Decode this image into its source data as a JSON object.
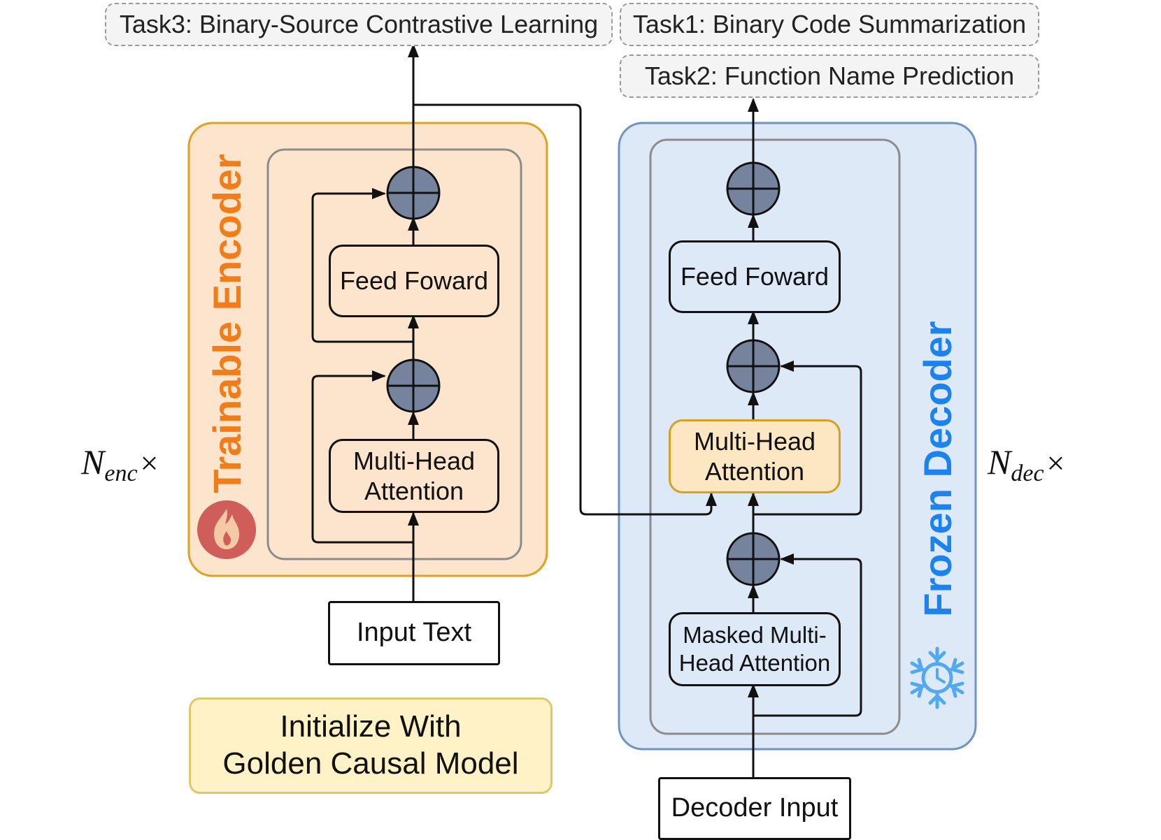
{
  "tasks": {
    "task3": "Task3: Binary-Source Contrastive Learning",
    "task1": "Task1: Binary Code Summarization",
    "task2": "Task2: Function Name Prediction"
  },
  "encoder": {
    "title": "Trainable Encoder",
    "feed_forward": "Feed Foward",
    "attention": "Multi-Head\nAttention",
    "input": "Input Text",
    "repeat": {
      "symbol": "N",
      "subscript": "enc",
      "times": "×"
    },
    "title_color": "#f07d1a"
  },
  "decoder": {
    "title": "Frozen Decoder",
    "feed_forward": "Feed Foward",
    "attention": "Multi-Head\nAttention",
    "masked_attention": "Masked Multi-\nHead Attention",
    "input": "Decoder Input",
    "repeat": {
      "symbol": "N",
      "subscript": "dec",
      "times": "×"
    },
    "title_color": "#1b82ef"
  },
  "init_note": "Initialize With\nGolden Causal Model",
  "icons": {
    "encoder_icon": "flame-icon",
    "decoder_icon": "snowflake-icon"
  }
}
